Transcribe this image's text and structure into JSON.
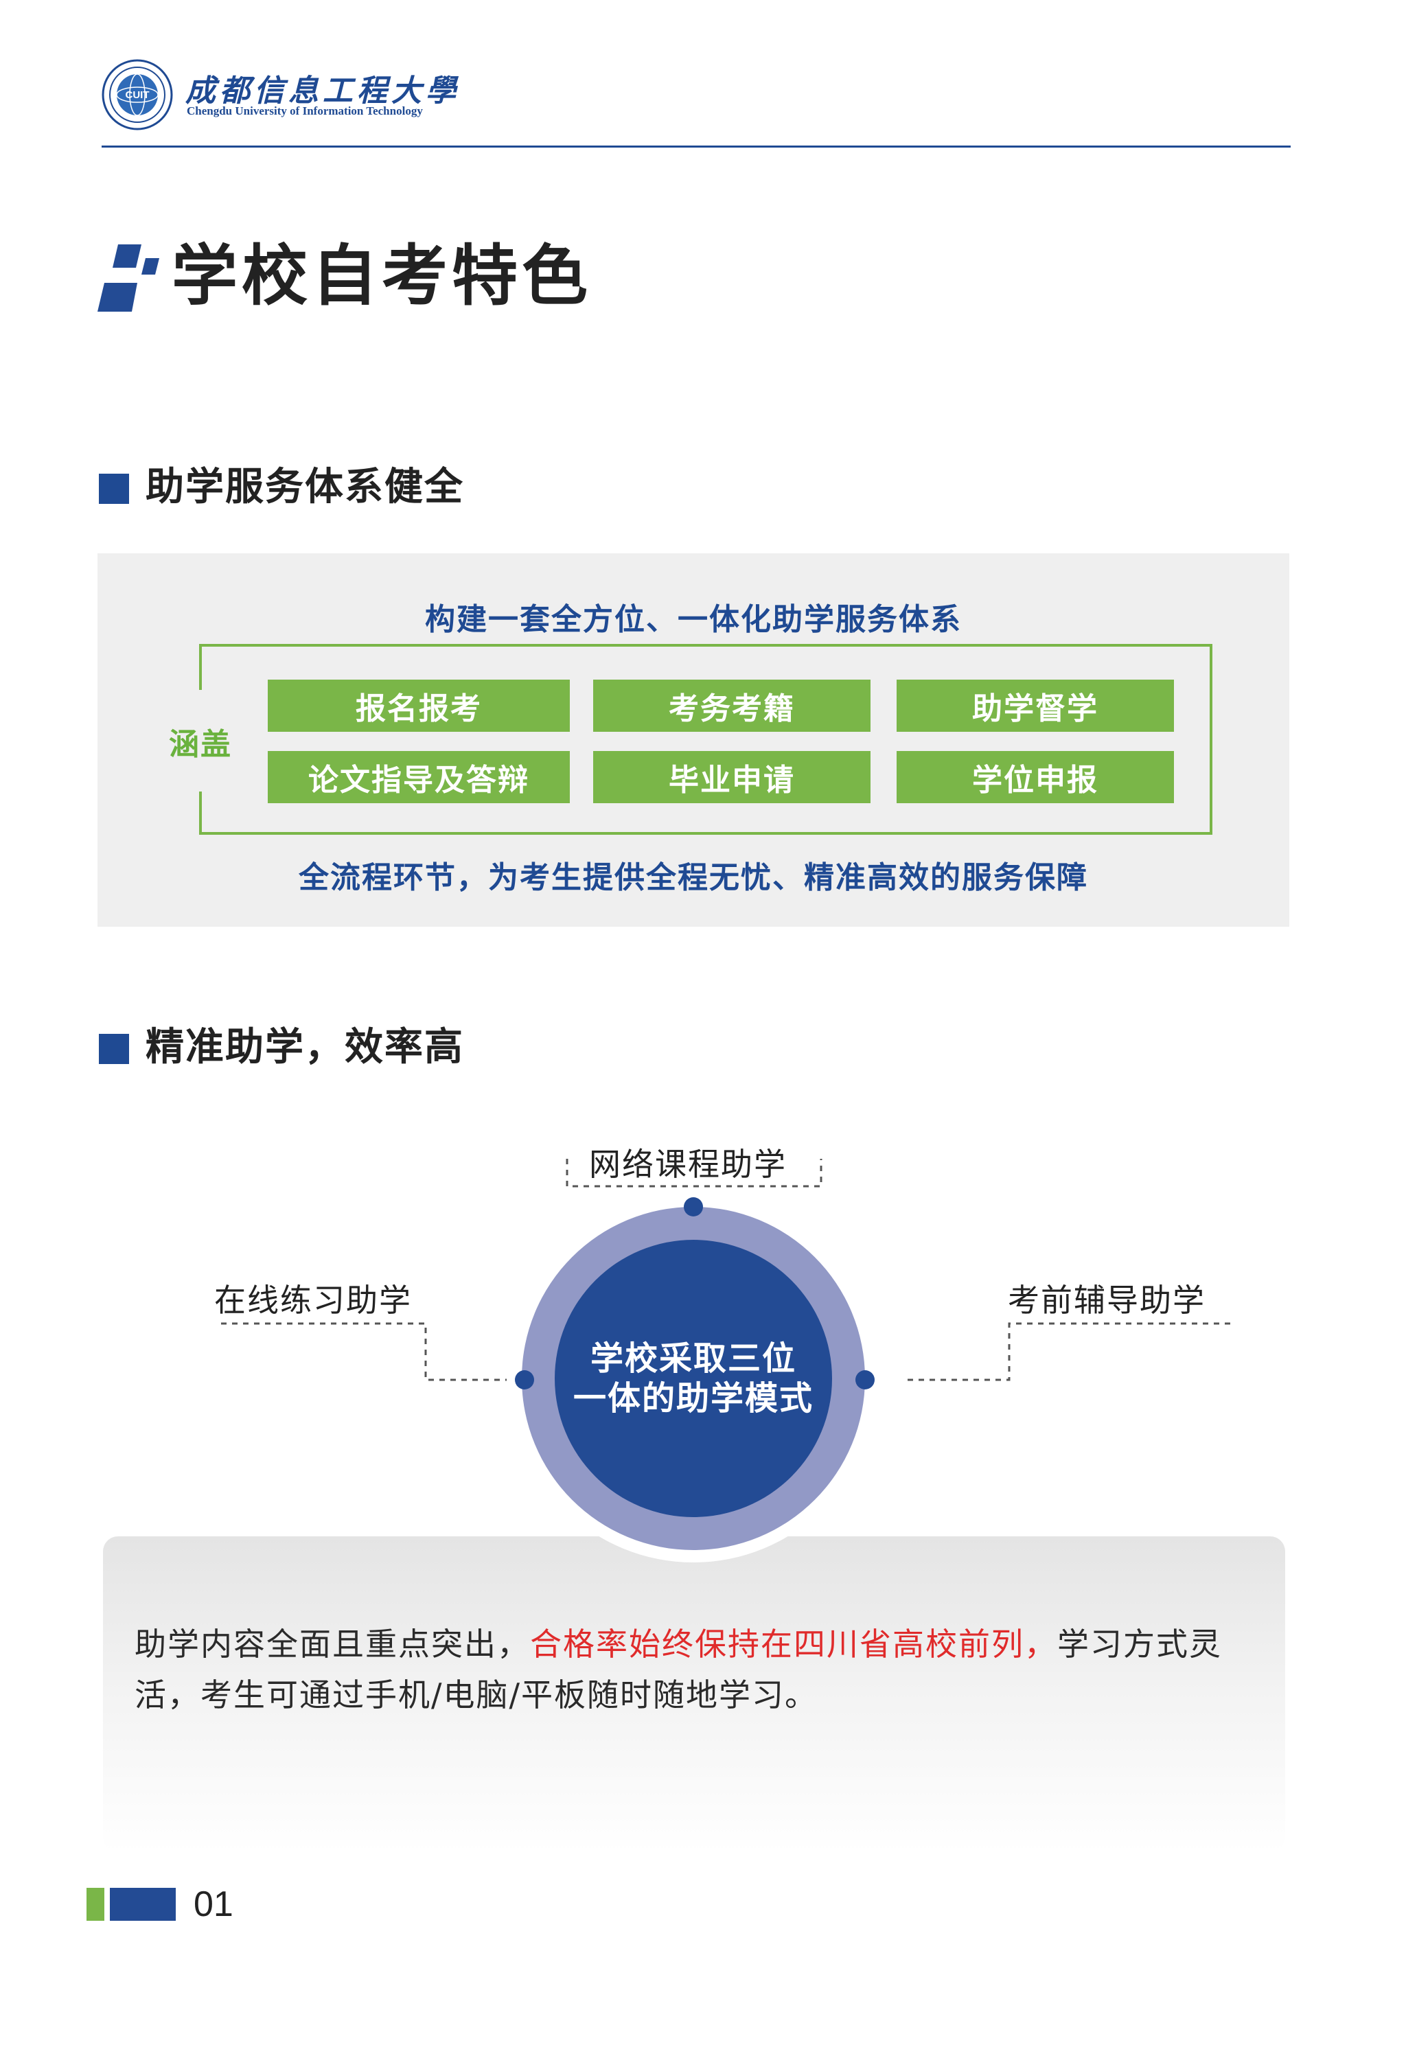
{
  "header": {
    "logo_seal_text": "CUIT",
    "university_name_cn": "成都信息工程大學",
    "university_name_en": "Chengdu University of Information Technology"
  },
  "page_title": "学校自考特色",
  "section1": {
    "heading": "助学服务体系健全",
    "panel_heading": "构建一套全方位、一体化助学服务体系",
    "cover_label": "涵盖",
    "items": [
      "报名报考",
      "考务考籍",
      "助学督学",
      "论文指导及答辩",
      "毕业申请",
      "学位申报"
    ],
    "footer": "全流程环节，为考生提供全程无忧、精准高效的服务保障"
  },
  "section2": {
    "heading": "精准助学，效率高",
    "center_text_line1": "学校采取三位",
    "center_text_line2": "一体的助学模式",
    "node_top": "网络课程助学",
    "node_left": "在线练习助学",
    "node_right": "考前辅导助学",
    "description_part1": "助学内容全面且重点突出，",
    "description_highlight": "合格率始终保持在四川省高校前列，",
    "description_part2": "学习方式灵活，考生可通过手机/电脑/平板随时随地学习。"
  },
  "footer": {
    "page_number": "01"
  },
  "colors": {
    "brand_blue": "#1f4a93",
    "accent_green": "#7ab648",
    "ring_lavender": "#9299c6",
    "highlight_red": "#e02b2b"
  }
}
